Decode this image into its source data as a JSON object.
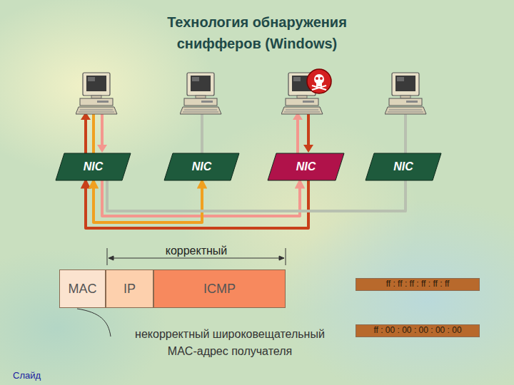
{
  "diagram": {
    "title": "Технология обнаружения снифферов (Windows)",
    "nodes": [
      {
        "text": [
          "NIC"
        ]
      },
      {
        "text": [
          "NIC"
        ]
      },
      {
        "text": [
          "NIC"
        ]
      },
      {
        "text": [
          "NIC"
        ]
      },
      {
        "text": [
          "MAC"
        ]
      },
      {
        "text": [
          "IP"
        ]
      },
      {
        "text": [
          "ICMP"
        ]
      },
      {
        "text": [
          "ff : ff : ff : ff : ff : ff"
        ]
      },
      {
        "text": [
          "ff : 00 : 00 : 00 : 00 : 00"
        ]
      }
    ],
    "edges": [
      {
        "from": 0,
        "to": 2,
        "arrow": "to"
      },
      {
        "from": 2,
        "to": 0,
        "arrow": "to"
      },
      {
        "from": 0,
        "to": 1,
        "arrow": "both"
      },
      {
        "from": 3,
        "to": 0,
        "arrow": "none"
      }
    ],
    "labels": [
      "корректный",
      "некорректный широковещательный MAC-адрес получателя",
      "Слайд"
    ]
  }
}
